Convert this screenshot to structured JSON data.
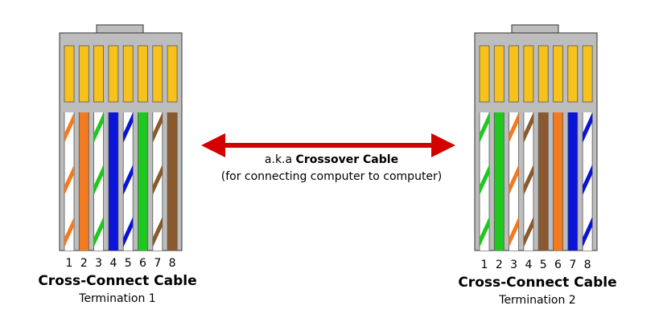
{
  "colors": {
    "orange": "#f47a20",
    "green": "#1ec81e",
    "blue": "#0a14d8",
    "brown": "#8a5a2e",
    "yellow": "#f7c21a",
    "arrow": "#d40000",
    "body_gray": "#bdbdbd",
    "white": "#ffffff"
  },
  "arrow": {
    "prefix": "a.k.a ",
    "bold": "Crossover Cable",
    "subtitle": "(for connecting computer to computer)"
  },
  "connectors": [
    {
      "title": "Cross-Connect Cable",
      "subtitle": "Termination 1",
      "pins": [
        {
          "number": "1",
          "color": "orange",
          "striped": true
        },
        {
          "number": "2",
          "color": "orange",
          "striped": false
        },
        {
          "number": "3",
          "color": "green",
          "striped": true
        },
        {
          "number": "4",
          "color": "blue",
          "striped": false
        },
        {
          "number": "5",
          "color": "blue",
          "striped": true
        },
        {
          "number": "6",
          "color": "green",
          "striped": false
        },
        {
          "number": "7",
          "color": "brown",
          "striped": true
        },
        {
          "number": "8",
          "color": "brown",
          "striped": false
        }
      ]
    },
    {
      "title": "Cross-Connect Cable",
      "subtitle": "Termination 2",
      "pins": [
        {
          "number": "1",
          "color": "green",
          "striped": true
        },
        {
          "number": "2",
          "color": "green",
          "striped": false
        },
        {
          "number": "3",
          "color": "orange",
          "striped": true
        },
        {
          "number": "4",
          "color": "brown",
          "striped": true
        },
        {
          "number": "5",
          "color": "brown",
          "striped": false
        },
        {
          "number": "6",
          "color": "orange",
          "striped": false
        },
        {
          "number": "7",
          "color": "blue",
          "striped": false
        },
        {
          "number": "8",
          "color": "blue",
          "striped": true
        }
      ]
    }
  ]
}
